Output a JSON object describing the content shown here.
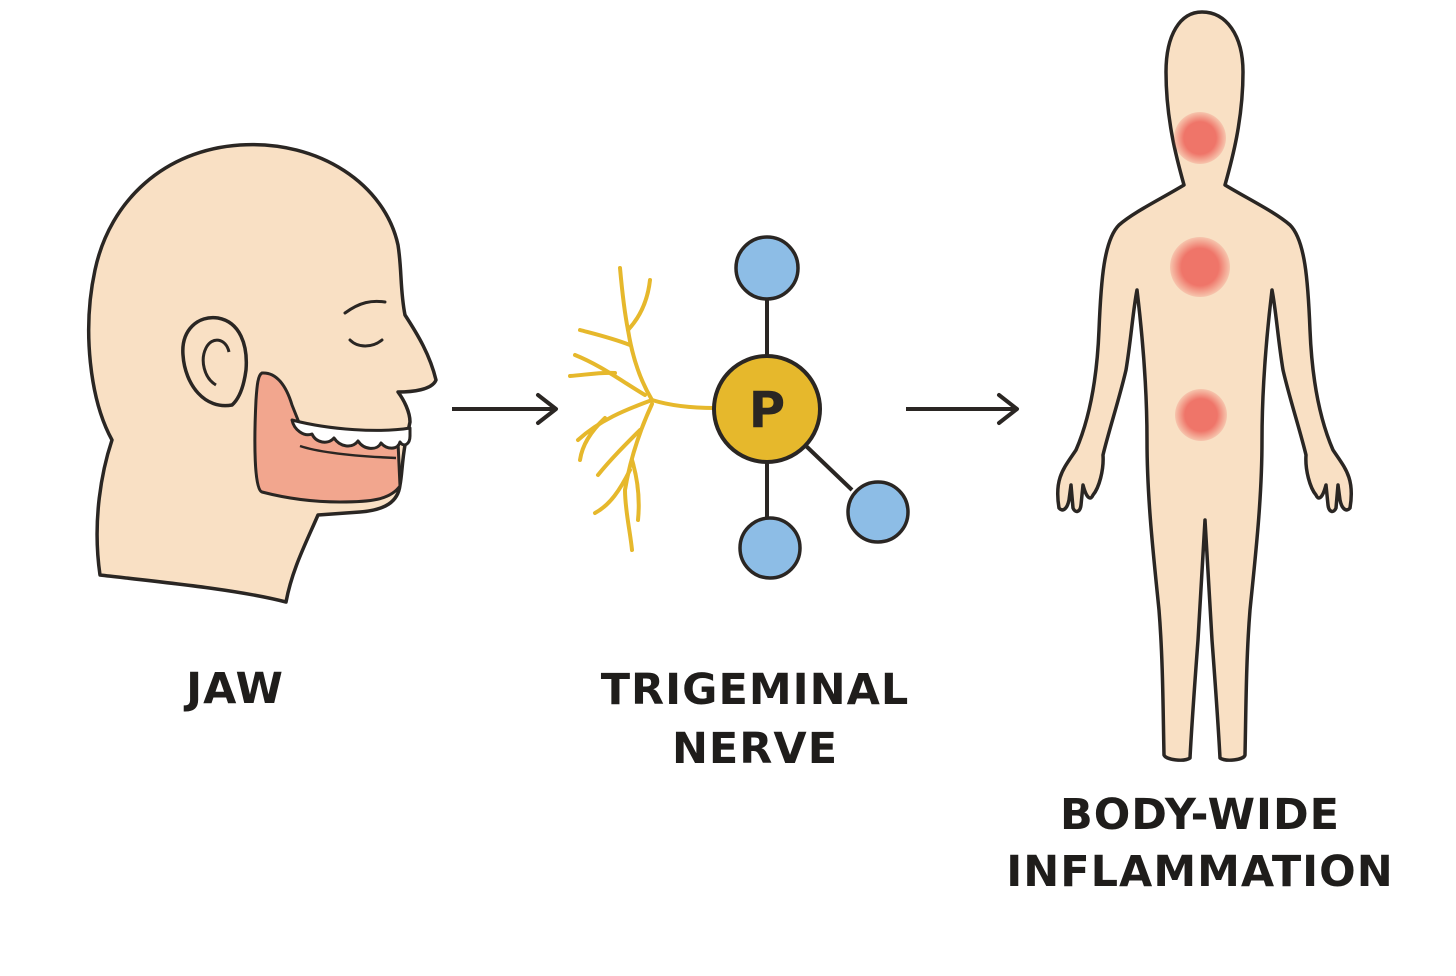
{
  "colors": {
    "skin": "#f9e0c4",
    "outline": "#2a2623",
    "gum": "#f2a68e",
    "nerve": "#e6b82c",
    "node": "#8dbde6",
    "inflammation": "#ef7569",
    "arrow": "#2a2623"
  },
  "icons": {
    "head": "head-profile-jaw-icon",
    "nerve": "trigeminal-nerve-branches-icon",
    "molecule": "substance-p-molecule-icon",
    "body": "human-body-icon"
  },
  "molecule": {
    "center_letter": "P"
  },
  "labels": {
    "jaw": "JAW",
    "nerve_line1": "TRIGEMINAL",
    "nerve_line2": "NERVE",
    "body_line1": "BODY-WIDE",
    "body_line2": "INFLAMMATION"
  }
}
